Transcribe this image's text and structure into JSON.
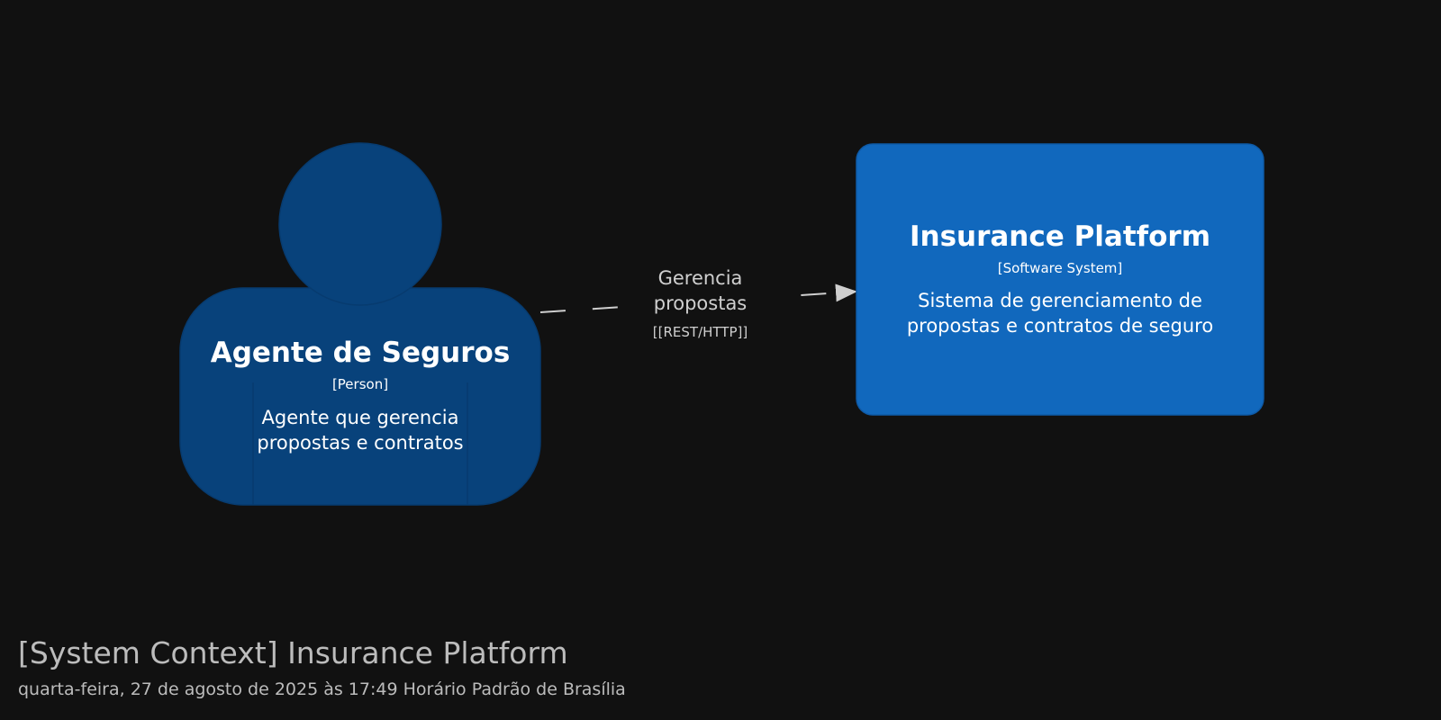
{
  "diagram": {
    "person": {
      "name": "Agente de Seguros",
      "type": "[Person]",
      "description": "Agente que gerencia propostas e contratos",
      "fill_color": "#08427B",
      "stroke_color": "#073B6F"
    },
    "system": {
      "name": "Insurance Platform",
      "type": "[Software System]",
      "description": "Sistema de gerenciamento de propostas e contratos de seguro",
      "fill_color": "#1168BD",
      "stroke_color": "#0E5AA7"
    },
    "relationship": {
      "label": "Gerencia propostas",
      "technology": "[[REST/HTTP]]",
      "line_color": "#cfcfcf",
      "style": "dashed"
    }
  },
  "footer": {
    "title": "[System Context] Insurance Platform",
    "subtitle": "quarta-feira, 27 de agosto de 2025 às 17:49 Horário Padrão de Brasília"
  },
  "colors": {
    "background": "#111111",
    "footer_text": "#bcbcbc"
  }
}
